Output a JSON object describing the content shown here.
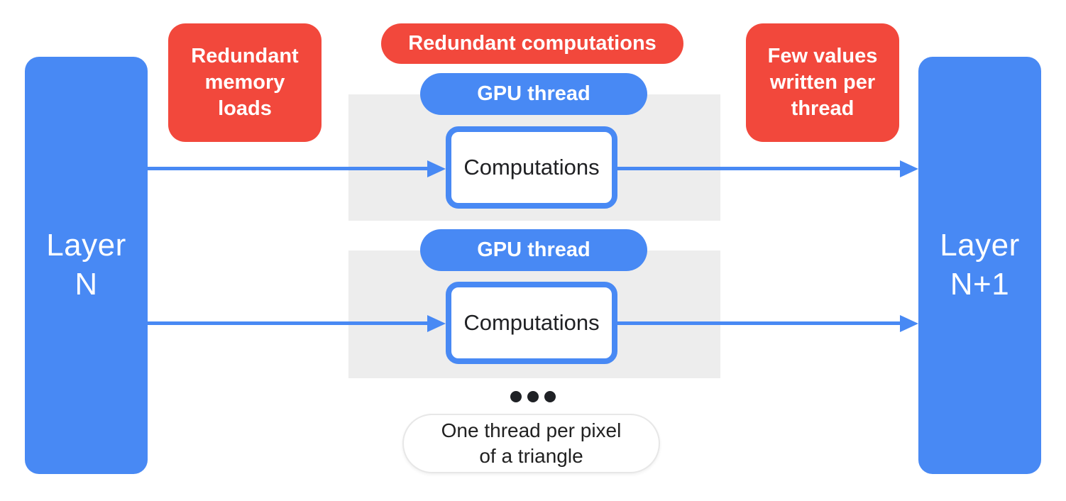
{
  "diagram": {
    "title_semantics": "GPU per-pixel threading diagram",
    "layer_left_label": "Layer\nN",
    "layer_right_label": "Layer\nN+1",
    "callout_memory": "Redundant\nmemory\nloads",
    "callout_computations": "Redundant computations",
    "callout_values": "Few values\nwritten per\nthread",
    "threads": [
      {
        "pill_label": "GPU thread",
        "box_label": "Computations"
      },
      {
        "pill_label": "GPU thread",
        "box_label": "Computations"
      }
    ],
    "note_label": "One thread per pixel\nof a triangle",
    "colors": {
      "blue": "#4889F4",
      "red": "#F2483C",
      "gray_panel": "#EDEDED",
      "text_dark": "#202124",
      "white": "#FFFFFF"
    }
  }
}
